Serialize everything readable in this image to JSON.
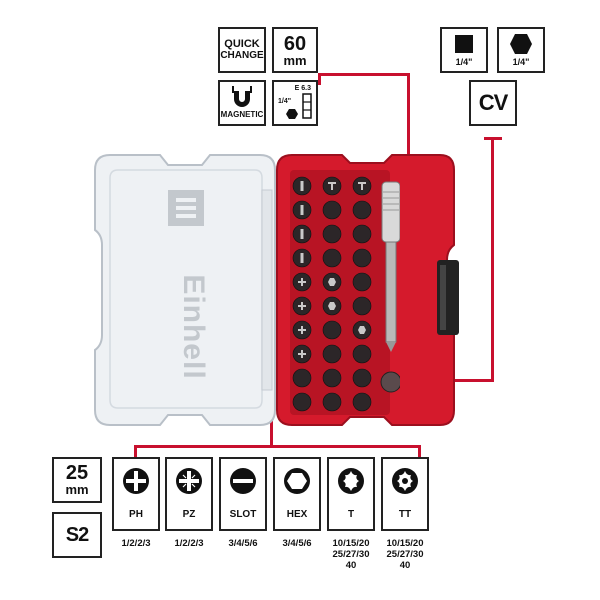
{
  "top_badges": {
    "quick_change_line1": "QUICK",
    "quick_change_line2": "CHANGE",
    "length_value": "60",
    "length_unit": "mm",
    "magnetic": "MAGNETIC",
    "e63": "E 6.3",
    "quarter": "1/4\"",
    "square_size": "1/4\"",
    "hex_size": "1/4\"",
    "material": "CV"
  },
  "case": {
    "brand": "Einhell",
    "accent": "#c8102e"
  },
  "bottom": {
    "bit_length_value": "25",
    "bit_length_unit": "mm",
    "steel_grade": "S2",
    "types": [
      {
        "code": "PH",
        "sizes": "1/2/2/3",
        "icon": "phillips-icon"
      },
      {
        "code": "PZ",
        "sizes": "1/2/2/3",
        "icon": "pozidriv-icon"
      },
      {
        "code": "SLOT",
        "sizes": "3/4/5/6",
        "icon": "slotted-icon"
      },
      {
        "code": "HEX",
        "sizes": "3/4/5/6",
        "icon": "hex-icon"
      },
      {
        "code": "T",
        "sizes_l1": "10/15/20",
        "sizes_l2": "25/27/30",
        "sizes_l3": "40",
        "icon": "torx-icon"
      },
      {
        "code": "TT",
        "sizes_l1": "10/15/20",
        "sizes_l2": "25/27/30",
        "sizes_l3": "40",
        "icon": "torx-tamper-icon"
      }
    ]
  }
}
